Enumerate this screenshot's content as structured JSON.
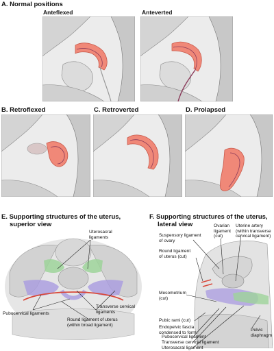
{
  "sections": {
    "a": "A. Normal positions",
    "b": "B. Retroflexed",
    "c": "C. Retroverted",
    "d": "D. Prolapsed",
    "e_line1": "E. Supporting structures of the uterus,",
    "e_line2": "superior view",
    "f_line1": "F. Supporting structures of the uterus,",
    "f_line2": "lateral view"
  },
  "panel_titles": {
    "anteflexed": "Anteflexed",
    "anteverted": "Anteverted"
  },
  "labels_e": {
    "uterosacral_1": "Uterosacral",
    "uterosacral_2": "ligaments",
    "transverse_1": "Transverse cervical",
    "transverse_2": "ligaments",
    "pubocervical": "Pubocervical ligaments",
    "round_1": "Round ligament of uterus",
    "round_2": "(within broad ligament)"
  },
  "labels_f": {
    "suspensory_1": "Suspensory ligament",
    "suspensory_2": "of ovary",
    "ovarian_1": "Ovarian",
    "ovarian_2": "ligament",
    "ovarian_3": "(cut)",
    "uterine_1": "Uterine artery",
    "uterine_2": "(within transverse",
    "uterine_3": "cervical ligament)",
    "round_1": "Round ligament",
    "round_2": "of uterus (cut)",
    "meso_1": "Mesometrium",
    "meso_2": "(cut)",
    "pubic": "Pubic rami (cut)",
    "endo_1": "Endopelvic fascia",
    "endo_2": "condensed to form:",
    "pubo": "Pubocervical ligament",
    "transverse": "Transverse cervical ligament",
    "utero": "Uterosacral ligament",
    "pelvic_1": "Pelvic",
    "pelvic_2": "diaphragm"
  },
  "colors": {
    "uterus": "#f08878",
    "uterus_light": "#f6b2a6",
    "tissue": "#c9c9c9",
    "tissue_dark": "#9a9a9a",
    "background_panel": "#e9e9e9",
    "green": "#9ed39a",
    "purple": "#a99be0",
    "red_ligament": "#d9483a"
  }
}
